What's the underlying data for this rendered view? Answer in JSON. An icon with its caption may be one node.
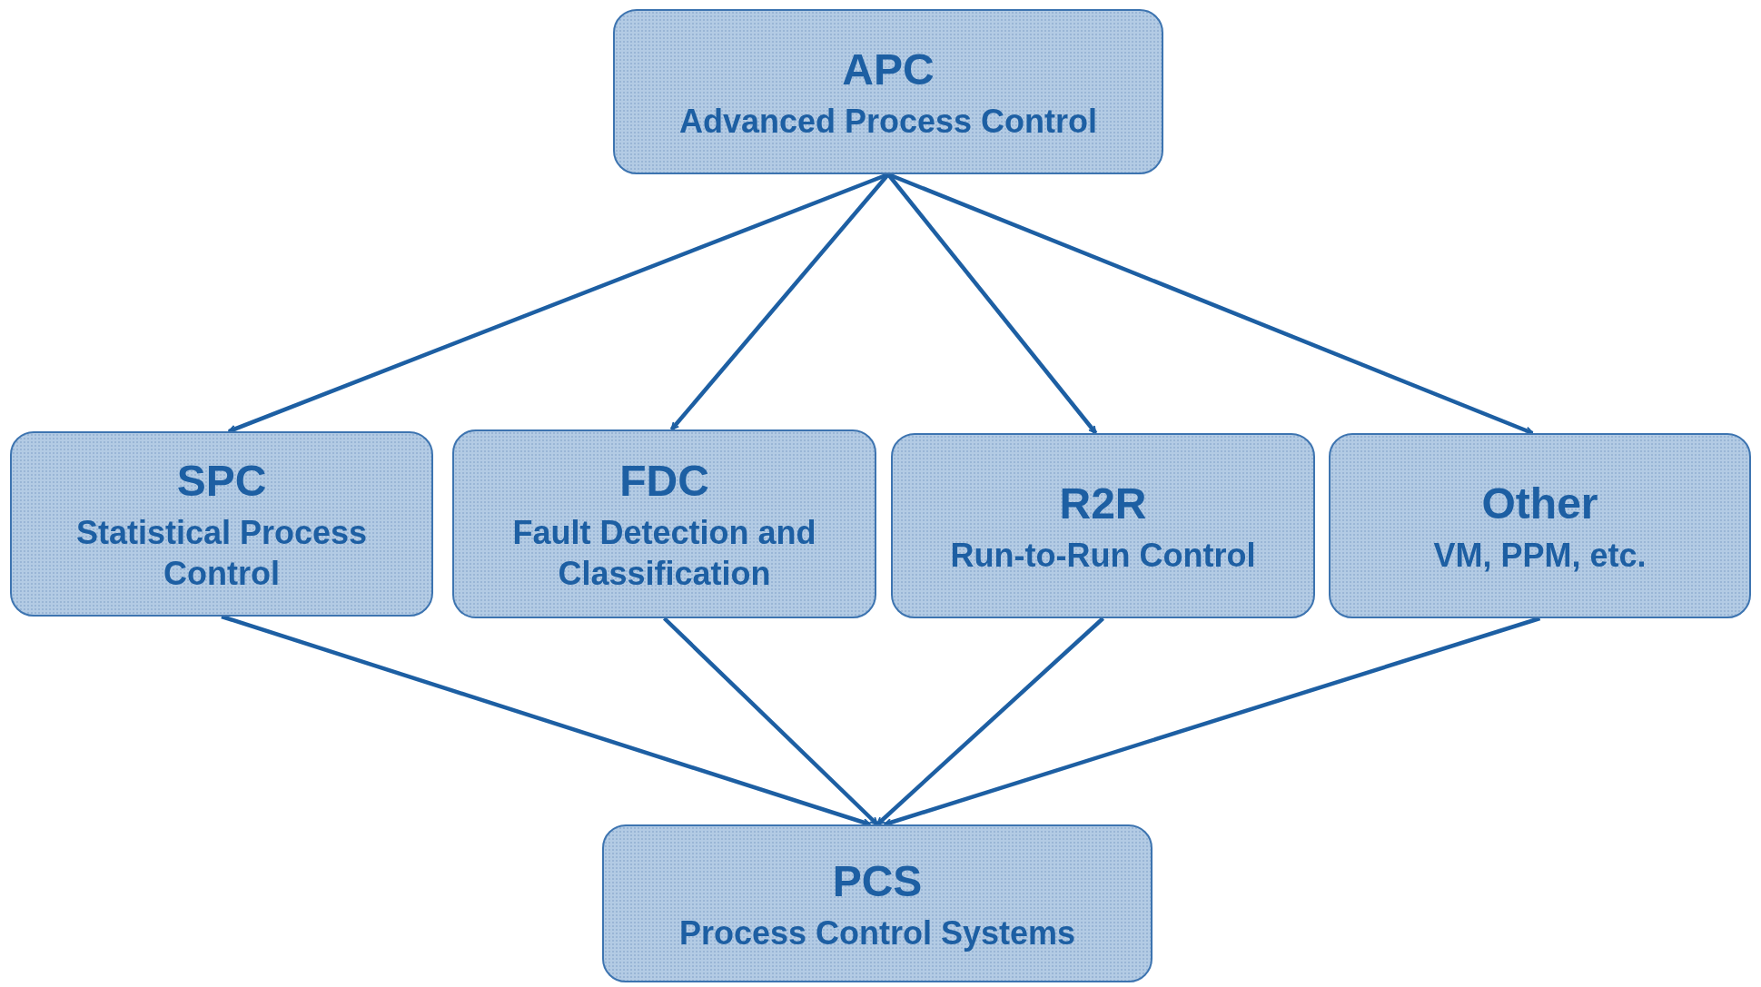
{
  "diagram": {
    "nodes": [
      {
        "text": [
          "APC",
          "Advanced Process Control"
        ]
      },
      {
        "text": [
          "SPC",
          "Statistical Process Control"
        ]
      },
      {
        "text": [
          "FDC",
          "Fault Detection and Classification"
        ]
      },
      {
        "text": [
          "R2R",
          "Run-to-Run Control"
        ]
      },
      {
        "text": [
          "Other",
          "VM, PPM, etc."
        ]
      },
      {
        "text": [
          "PCS",
          "Process Control Systems"
        ]
      }
    ],
    "edges": [
      {
        "from": 0,
        "to": 1,
        "arrow": "to"
      },
      {
        "from": 0,
        "to": 2,
        "arrow": "to"
      },
      {
        "from": 0,
        "to": 3,
        "arrow": "to"
      },
      {
        "from": 0,
        "to": 4,
        "arrow": "to"
      },
      {
        "from": 1,
        "to": 5,
        "arrow": "to"
      },
      {
        "from": 2,
        "to": 5,
        "arrow": "to"
      },
      {
        "from": 3,
        "to": 5,
        "arrow": "to"
      },
      {
        "from": 4,
        "to": 5,
        "arrow": "to"
      }
    ]
  }
}
